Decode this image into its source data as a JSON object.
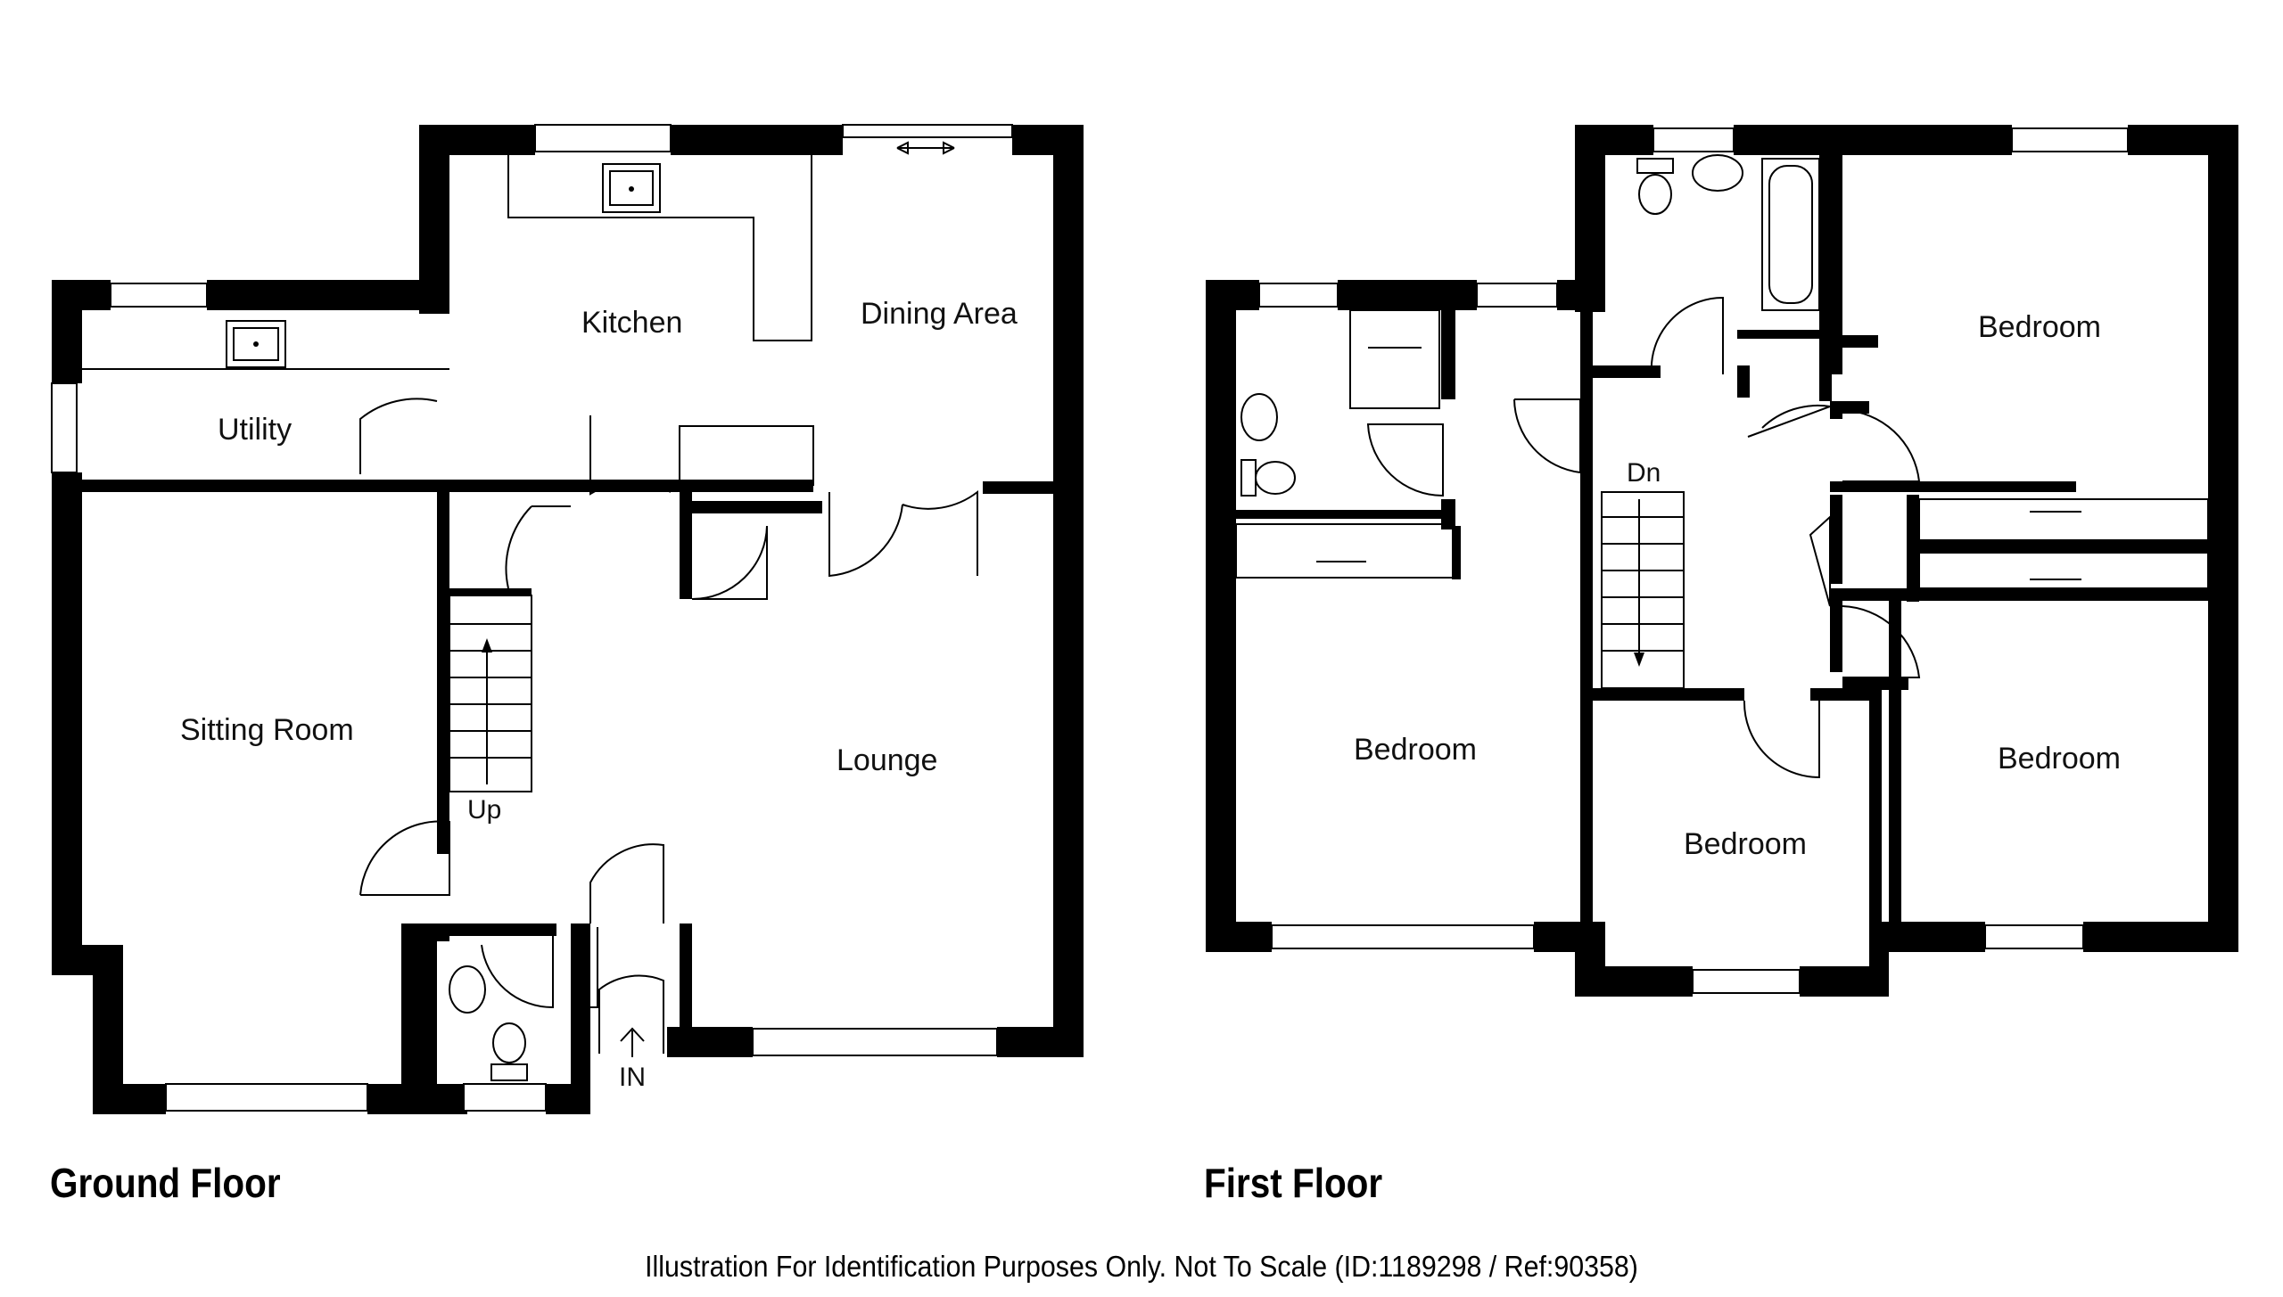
{
  "ground_floor": {
    "title": "Ground Floor",
    "rooms": {
      "kitchen": "Kitchen",
      "dining": "Dining Area",
      "utility": "Utility",
      "sitting": "Sitting Room",
      "lounge": "Lounge"
    },
    "stairs_label": "Up",
    "entrance_label": "IN"
  },
  "first_floor": {
    "title": "First Floor",
    "rooms": {
      "bedroom_top_right": "Bedroom",
      "bedroom_left": "Bedroom",
      "bedroom_middle": "Bedroom",
      "bedroom_bottom_right": "Bedroom"
    },
    "stairs_label": "Dn"
  },
  "footer": "Illustration For Identification Purposes Only. Not To Scale (ID:1189298 / Ref:90358)"
}
